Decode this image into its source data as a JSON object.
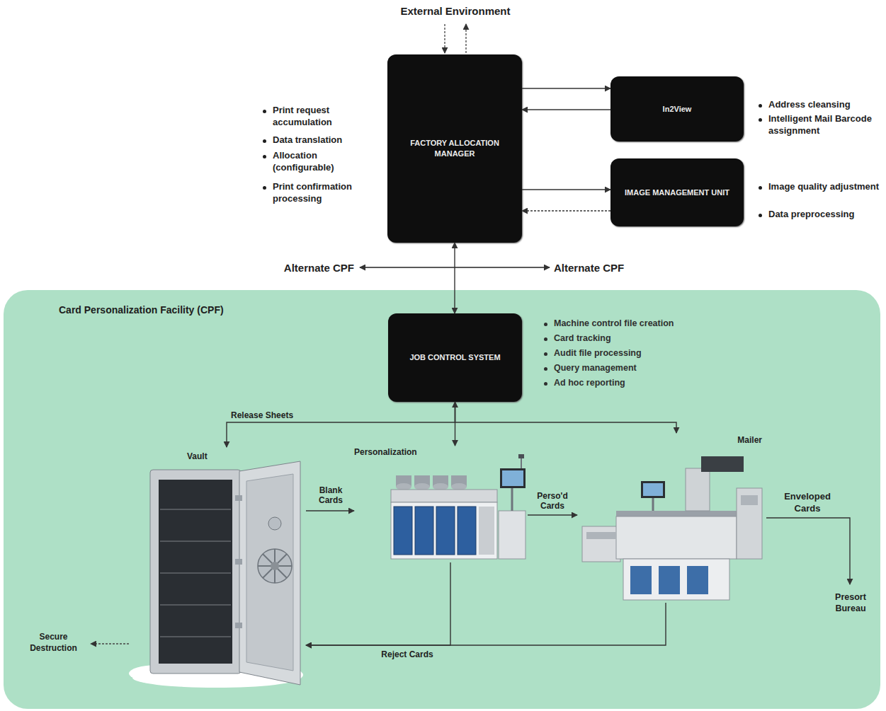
{
  "diagram": {
    "nodes": [
      {
        "text": [
          "FACTORY ALLOCATION MANAGER"
        ]
      },
      {
        "text": [
          "In2View"
        ]
      },
      {
        "text": [
          "IMAGE MANAGEMENT UNIT"
        ]
      },
      {
        "text": [
          "Card Personalization Facility (CPF)"
        ]
      },
      {
        "text": [
          "JOB CONTROL SYSTEM"
        ],
        "in": 3
      },
      {
        "text": [
          "Vault"
        ],
        "in": 3
      },
      {
        "text": [
          "Personalization"
        ],
        "in": 3
      },
      {
        "text": [
          "Mailer"
        ],
        "in": 3
      }
    ],
    "edges": [
      {
        "from": 0,
        "to": 1,
        "arrow": "to"
      },
      {
        "from": 1,
        "to": 0,
        "arrow": "to"
      },
      {
        "from": 0,
        "to": 2,
        "arrow": "to"
      },
      {
        "from": 2,
        "to": 0,
        "arrow": "to"
      },
      {
        "from": 0,
        "to": 4,
        "arrow": "both"
      },
      {
        "from": 4,
        "to": 6,
        "arrow": "both"
      },
      {
        "from": 4,
        "to": 5,
        "label": "Release Sheets",
        "arrow": "to"
      },
      {
        "from": 4,
        "to": 7,
        "arrow": "to"
      },
      {
        "from": 5,
        "to": 6,
        "label": "Blank Cards",
        "arrow": "to"
      },
      {
        "from": 6,
        "to": 7,
        "label": "Perso'd Cards",
        "arrow": "to"
      },
      {
        "from": 6,
        "to": 5,
        "label": "Reject Cards",
        "arrow": "to"
      },
      {
        "from": 7,
        "to": 5,
        "arrow": "to"
      }
    ],
    "labels": [
      "External Environment",
      "Print request accumulation",
      "Data translation",
      "Allocation (configurable)",
      "Print confirmation processing",
      "Address cleansing",
      "Intelligent Mail Barcode assignment",
      "Image quality adjustment",
      "Data preprocessing",
      "Alternate CPF",
      "Alternate CPF",
      "Machine control file creation",
      "Card tracking",
      "Audit file processing",
      "Query management",
      "Ad hoc reporting",
      "Secure Destruction",
      "Enveloped Cards",
      "Presort Bureau"
    ]
  }
}
